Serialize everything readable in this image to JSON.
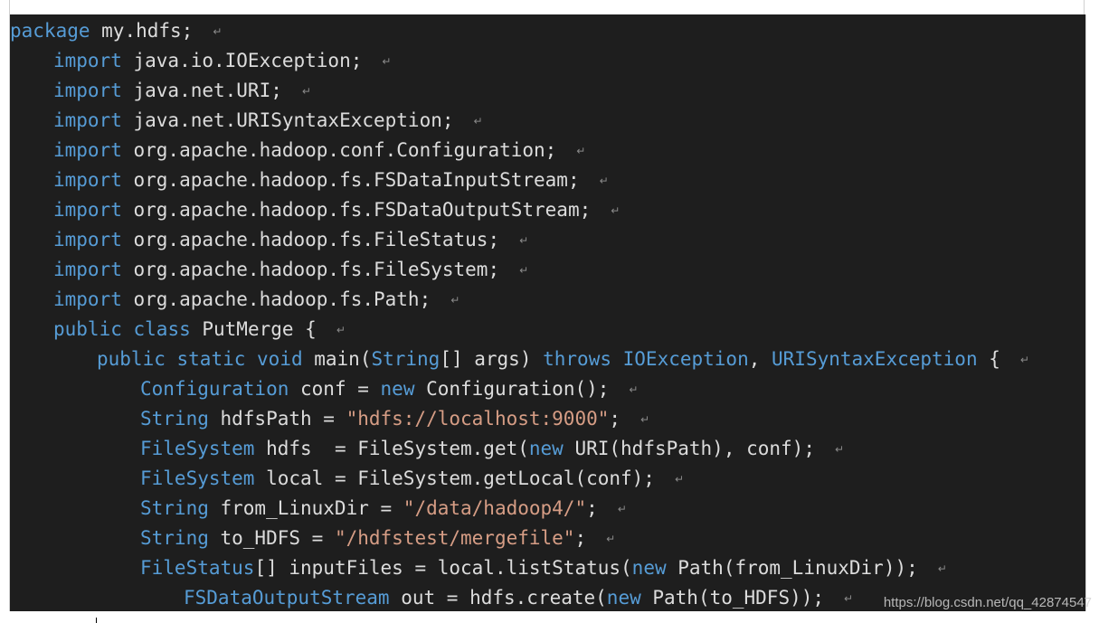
{
  "code": {
    "pilcrow": "↵",
    "lines": [
      {
        "tokens": [
          {
            "t": "package",
            "c": "kw"
          },
          {
            "t": " my.hdfs;"
          }
        ]
      },
      {
        "tokens": [
          {
            "t": "import",
            "c": "kw"
          },
          {
            "t": " java.io.IOException;"
          }
        ]
      },
      {
        "tokens": [
          {
            "t": "import",
            "c": "kw"
          },
          {
            "t": " java.net.URI;"
          }
        ]
      },
      {
        "tokens": [
          {
            "t": "import",
            "c": "kw"
          },
          {
            "t": " java.net.URISyntaxException;"
          }
        ]
      },
      {
        "tokens": [
          {
            "t": "import",
            "c": "kw"
          },
          {
            "t": " org.apache.hadoop.conf.Configuration;"
          }
        ]
      },
      {
        "tokens": [
          {
            "t": "import",
            "c": "kw"
          },
          {
            "t": " org.apache.hadoop.fs.FSDataInputStream;"
          }
        ]
      },
      {
        "tokens": [
          {
            "t": "import",
            "c": "kw"
          },
          {
            "t": " org.apache.hadoop.fs.FSDataOutputStream;"
          }
        ]
      },
      {
        "tokens": [
          {
            "t": "import",
            "c": "kw"
          },
          {
            "t": " org.apache.hadoop.fs.FileStatus;"
          }
        ]
      },
      {
        "tokens": [
          {
            "t": "import",
            "c": "kw"
          },
          {
            "t": " org.apache.hadoop.fs.FileSystem;"
          }
        ]
      },
      {
        "tokens": [
          {
            "t": "import",
            "c": "kw"
          },
          {
            "t": " org.apache.hadoop.fs.Path;"
          }
        ]
      },
      {
        "tokens": [
          {
            "t": "public",
            "c": "kw"
          },
          {
            "t": " "
          },
          {
            "t": "class",
            "c": "kw"
          },
          {
            "t": " PutMerge {"
          }
        ]
      },
      {
        "tokens": [
          {
            "t": "public",
            "c": "kw"
          },
          {
            "t": " "
          },
          {
            "t": "static",
            "c": "kw"
          },
          {
            "t": " "
          },
          {
            "t": "void",
            "c": "kw"
          },
          {
            "t": " main("
          },
          {
            "t": "String",
            "c": "ty2"
          },
          {
            "t": "[] args) "
          },
          {
            "t": "throws",
            "c": "kw"
          },
          {
            "t": " "
          },
          {
            "t": "IOException",
            "c": "ty2"
          },
          {
            "t": ", "
          },
          {
            "t": "URISyntaxException",
            "c": "ty2"
          },
          {
            "t": " {"
          }
        ]
      },
      {
        "tokens": [
          {
            "t": "Configuration",
            "c": "ty2"
          },
          {
            "t": " conf = "
          },
          {
            "t": "new",
            "c": "kw"
          },
          {
            "t": " Configuration();"
          }
        ]
      },
      {
        "tokens": [
          {
            "t": "String",
            "c": "ty2"
          },
          {
            "t": " hdfsPath = "
          },
          {
            "t": "\"hdfs://localhost:9000\"",
            "c": "str"
          },
          {
            "t": ";"
          }
        ]
      },
      {
        "tokens": [
          {
            "t": "FileSystem",
            "c": "ty2"
          },
          {
            "t": " hdfs  = FileSystem.get("
          },
          {
            "t": "new",
            "c": "kw"
          },
          {
            "t": " URI(hdfsPath), conf);"
          }
        ]
      },
      {
        "tokens": [
          {
            "t": "FileSystem",
            "c": "ty2"
          },
          {
            "t": " local = FileSystem.getLocal(conf);"
          }
        ]
      },
      {
        "tokens": [
          {
            "t": "String",
            "c": "ty2"
          },
          {
            "t": " from_LinuxDir = "
          },
          {
            "t": "\"/data/hadoop4/\"",
            "c": "str"
          },
          {
            "t": ";"
          }
        ]
      },
      {
        "tokens": [
          {
            "t": "String",
            "c": "ty2"
          },
          {
            "t": " to_HDFS = "
          },
          {
            "t": "\"/hdfstest/mergefile\"",
            "c": "str"
          },
          {
            "t": ";"
          }
        ]
      },
      {
        "tokens": [
          {
            "t": "FileStatus",
            "c": "ty2"
          },
          {
            "t": "[] inputFiles = local.listStatus("
          },
          {
            "t": "new",
            "c": "kw"
          },
          {
            "t": " Path(from_LinuxDir));"
          }
        ]
      },
      {
        "tokens": [
          {
            "t": "FSDataOutputStream",
            "c": "ty2"
          },
          {
            "t": " out = hdfs.create("
          },
          {
            "t": "new",
            "c": "kw"
          },
          {
            "t": " Path(to_HDFS));"
          }
        ]
      }
    ]
  },
  "watermark": "https://blog.csdn.net/qq_42874547"
}
